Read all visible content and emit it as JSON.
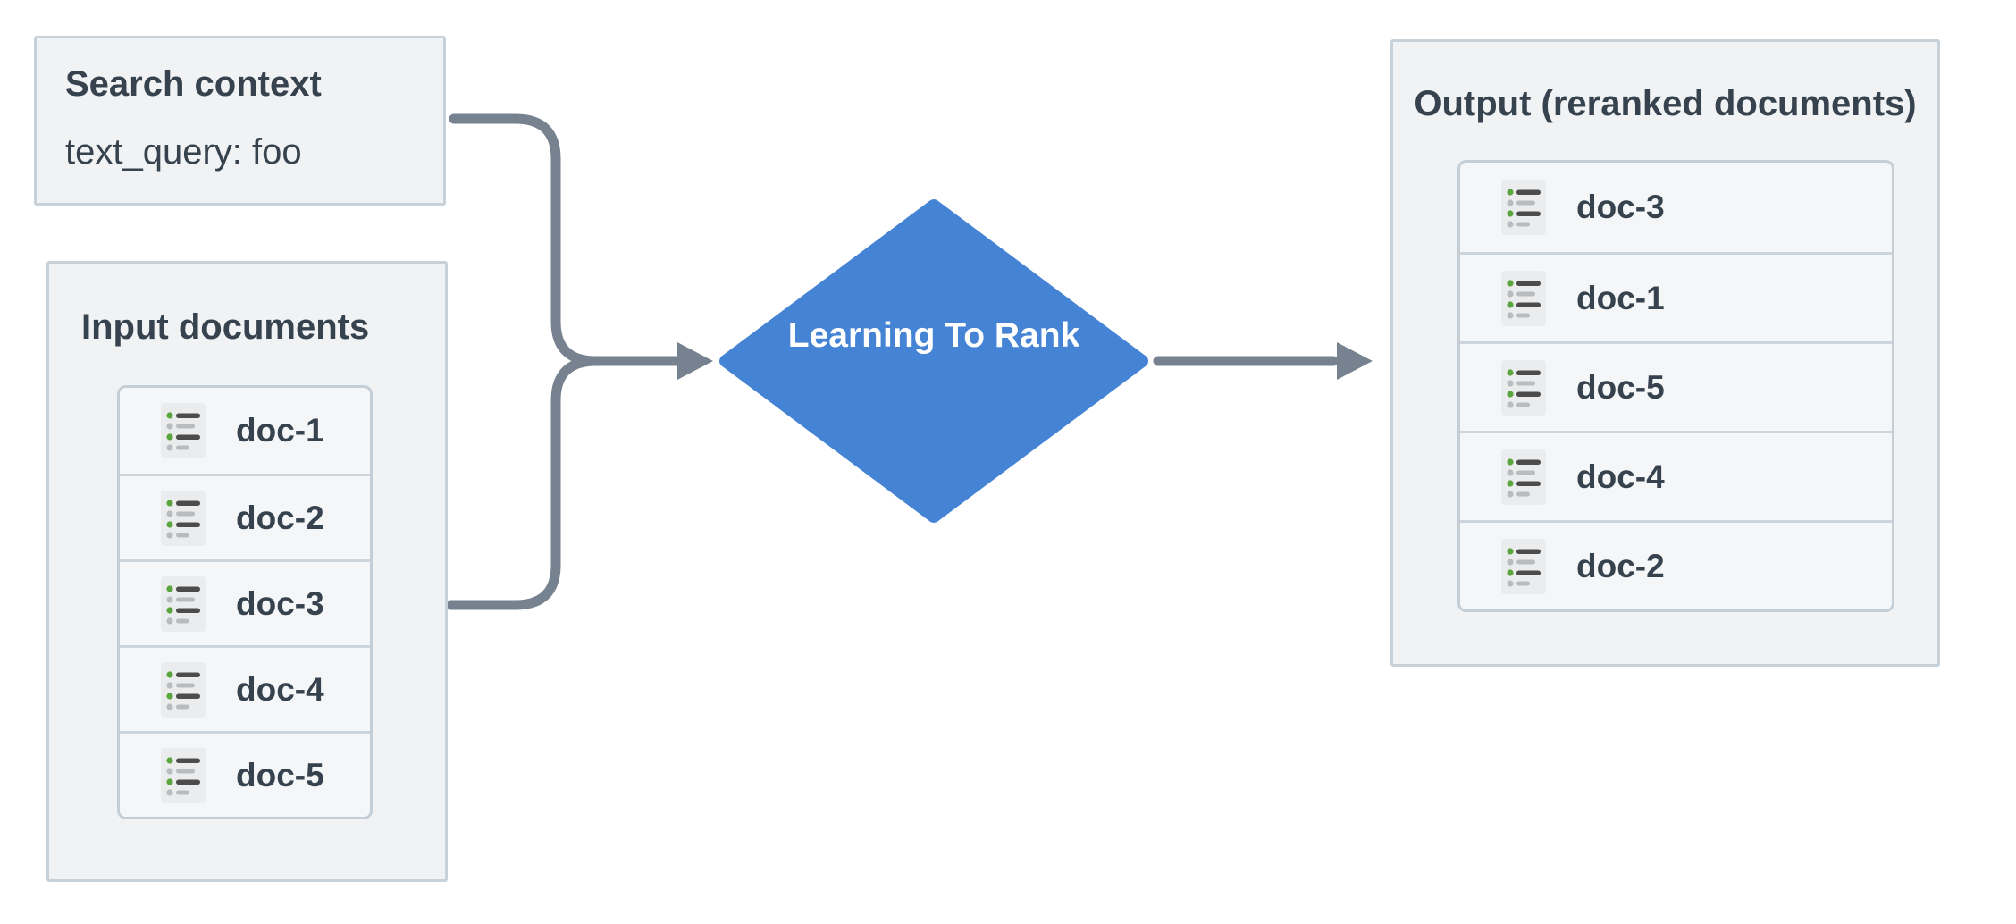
{
  "diagram": {
    "search_context": {
      "title": "Search context",
      "query": "text_query: foo"
    },
    "input_documents": {
      "title": "Input documents",
      "documents": [
        "doc-1",
        "doc-2",
        "doc-3",
        "doc-4",
        "doc-5"
      ],
      "item_icon": "document-list-icon"
    },
    "process": {
      "label": "Learning To Rank",
      "shape": "diamond"
    },
    "output": {
      "title": "Output (reranked documents)",
      "documents": [
        "doc-3",
        "doc-1",
        "doc-5",
        "doc-4",
        "doc-2"
      ],
      "item_icon": "document-list-icon"
    }
  },
  "colors": {
    "panel_background": "#f0f2f4",
    "panel_border": "#c7d1d9",
    "list_border": "#c3ced7",
    "item_background": "#f5f6f8",
    "text": "#36424d",
    "diamond_blue": "#4583d4",
    "diamond_text": "#ffffff",
    "connector_gray": "#76828f",
    "icon_green": "#5aa63e",
    "icon_dark_bar": "#4c4c4c",
    "icon_gray": "#b9bcbd",
    "icon_background": "#ebeced"
  }
}
